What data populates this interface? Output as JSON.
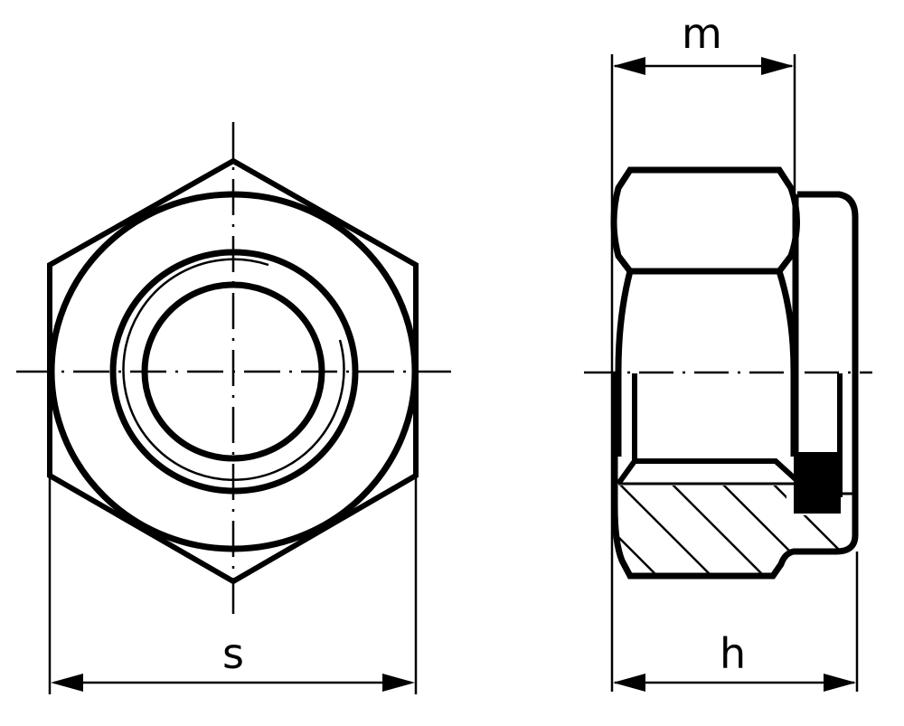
{
  "diagram": {
    "subject": "Hex lock nut with nylon insert",
    "views": [
      {
        "id": "front-view",
        "description": "Top/end view: hexagon with bearing circle, thread circles"
      },
      {
        "id": "side-view",
        "description": "Side view, half-sectioned, showing hatched body and black nylon insert"
      }
    ],
    "dimensions": {
      "s": {
        "label": "s",
        "meaning": "width across flats"
      },
      "m": {
        "label": "m",
        "meaning": "height of hex portion"
      },
      "h": {
        "label": "h",
        "meaning": "total nut height"
      }
    },
    "colors": {
      "line": "#000000",
      "background": "#ffffff",
      "insert": "#000000"
    }
  }
}
